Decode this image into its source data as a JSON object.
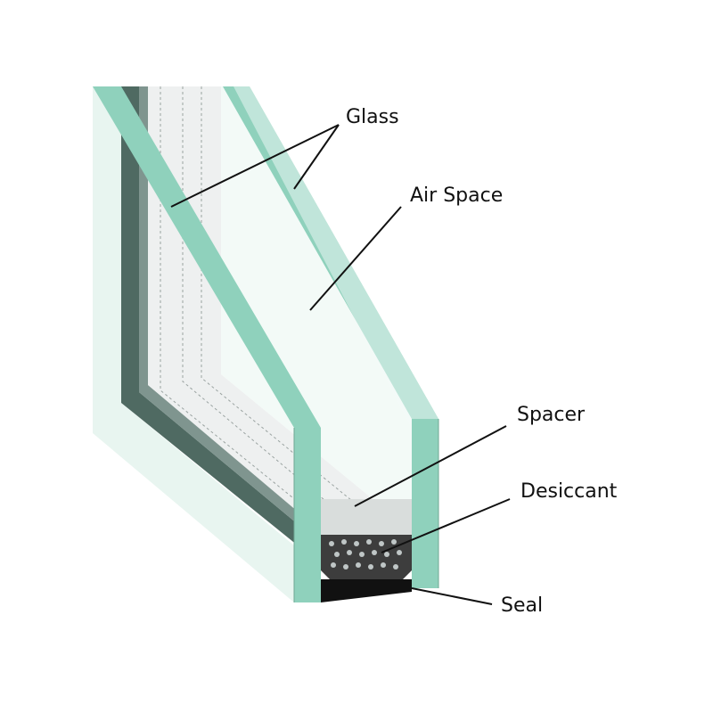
{
  "labels": {
    "glass": "Glass",
    "air_space": "Air Space",
    "spacer": "Spacer",
    "desiccant": "Desiccant",
    "seal": "Seal"
  },
  "colors": {
    "glass_face": "#e8f5f0",
    "glass_edge": "#8fd1bc",
    "glass_edge_dark": "#6fa894",
    "frame_dark": "#4f6a62",
    "frame_mid": "#7f958f",
    "spacer": "#eef0f0",
    "spacer_shade": "#d9dddc",
    "desiccant_box": "#3d3d3d",
    "desiccant_dot": "#bfc6c6",
    "seal": "#111111",
    "leader_line": "#111111",
    "text": "#111111"
  }
}
